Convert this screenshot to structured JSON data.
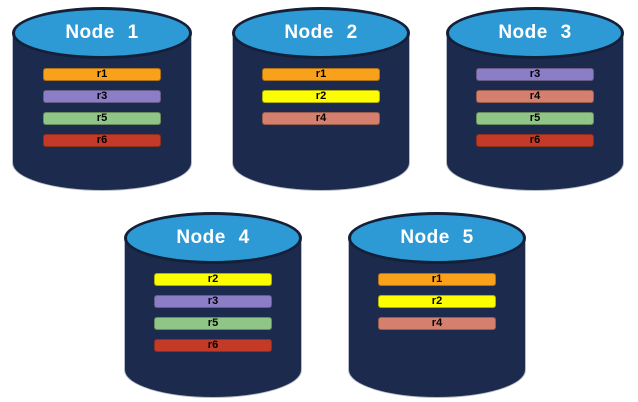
{
  "diagram": {
    "description": "Five database node cylinders holding replica bars",
    "colors": {
      "cylinder_body": "#1C2B4D",
      "cylinder_top": "#2E9AD5",
      "cylinder_top_border": "#141F38",
      "title_text": "#FFFFFF",
      "bar_text": "#000000",
      "replica_colors": {
        "r1": "#F9A11B",
        "r2": "#FCFC03",
        "r3": "#8B7EC6",
        "r4": "#D5806F",
        "r5": "#8FC687",
        "r6": "#C33A28"
      }
    },
    "nodes": [
      {
        "label": "Node 1",
        "replicas": [
          "r1",
          "r3",
          "r5",
          "r6"
        ]
      },
      {
        "label": "Node 2",
        "replicas": [
          "r1",
          "r2",
          "r4"
        ]
      },
      {
        "label": "Node 3",
        "replicas": [
          "r3",
          "r4",
          "r5",
          "r6"
        ]
      },
      {
        "label": "Node 4",
        "replicas": [
          "r2",
          "r3",
          "r5",
          "r6"
        ]
      },
      {
        "label": "Node 5",
        "replicas": [
          "r1",
          "r2",
          "r4"
        ]
      }
    ]
  }
}
